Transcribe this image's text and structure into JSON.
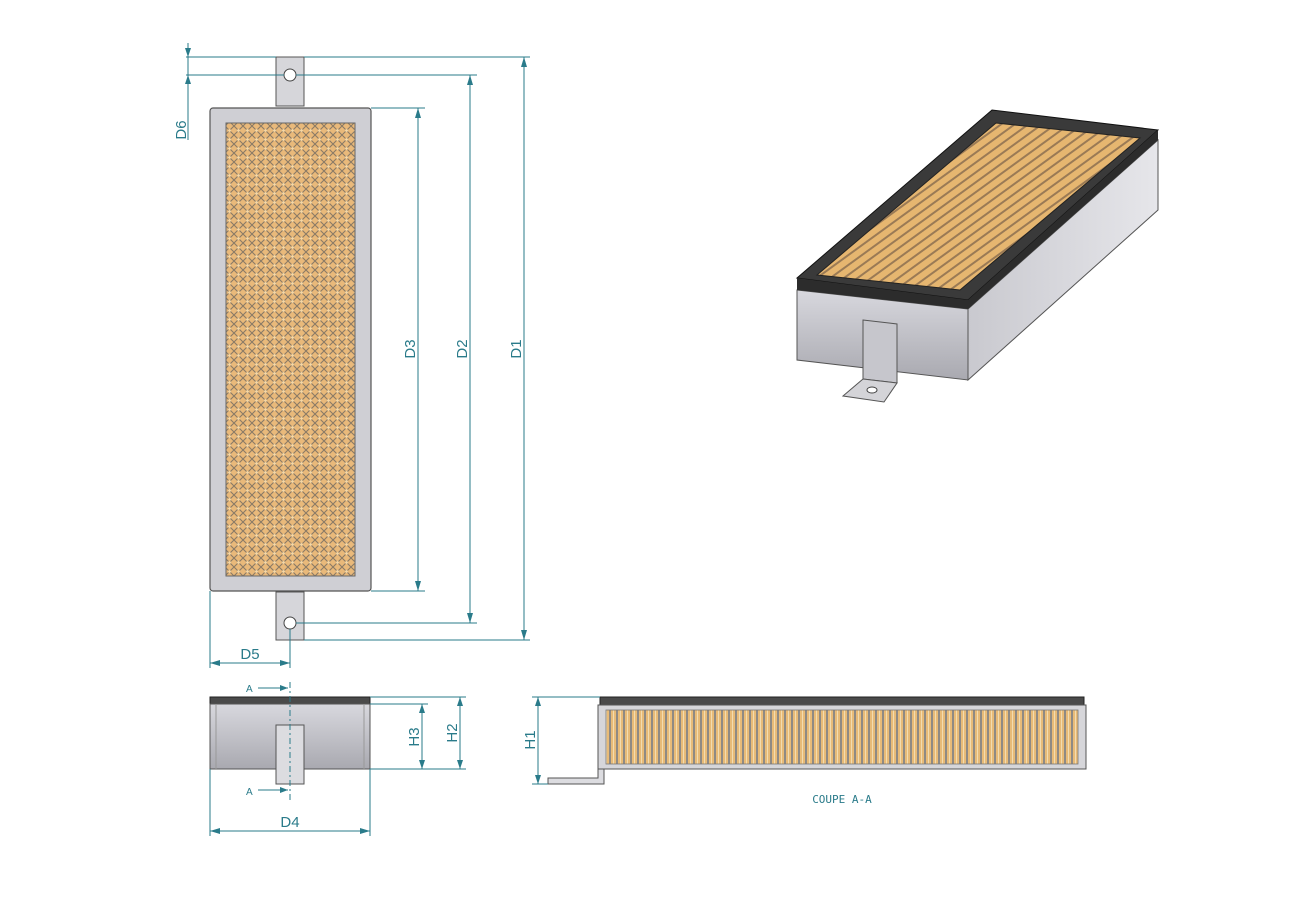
{
  "dimensions": {
    "d1": "D1",
    "d2": "D2",
    "d3": "D3",
    "d4": "D4",
    "d5": "D5",
    "d6": "D6",
    "h1": "H1",
    "h2": "H2",
    "h3": "H3"
  },
  "section_marker": "A",
  "section_caption": "COUPE A-A",
  "colors": {
    "dimension_line": "#2a7b8a",
    "frame_steel": "#c9c9ce",
    "mesh_fill": "#e8b878",
    "ceramic_slat": "#e4b670",
    "gasket": "#333333"
  }
}
